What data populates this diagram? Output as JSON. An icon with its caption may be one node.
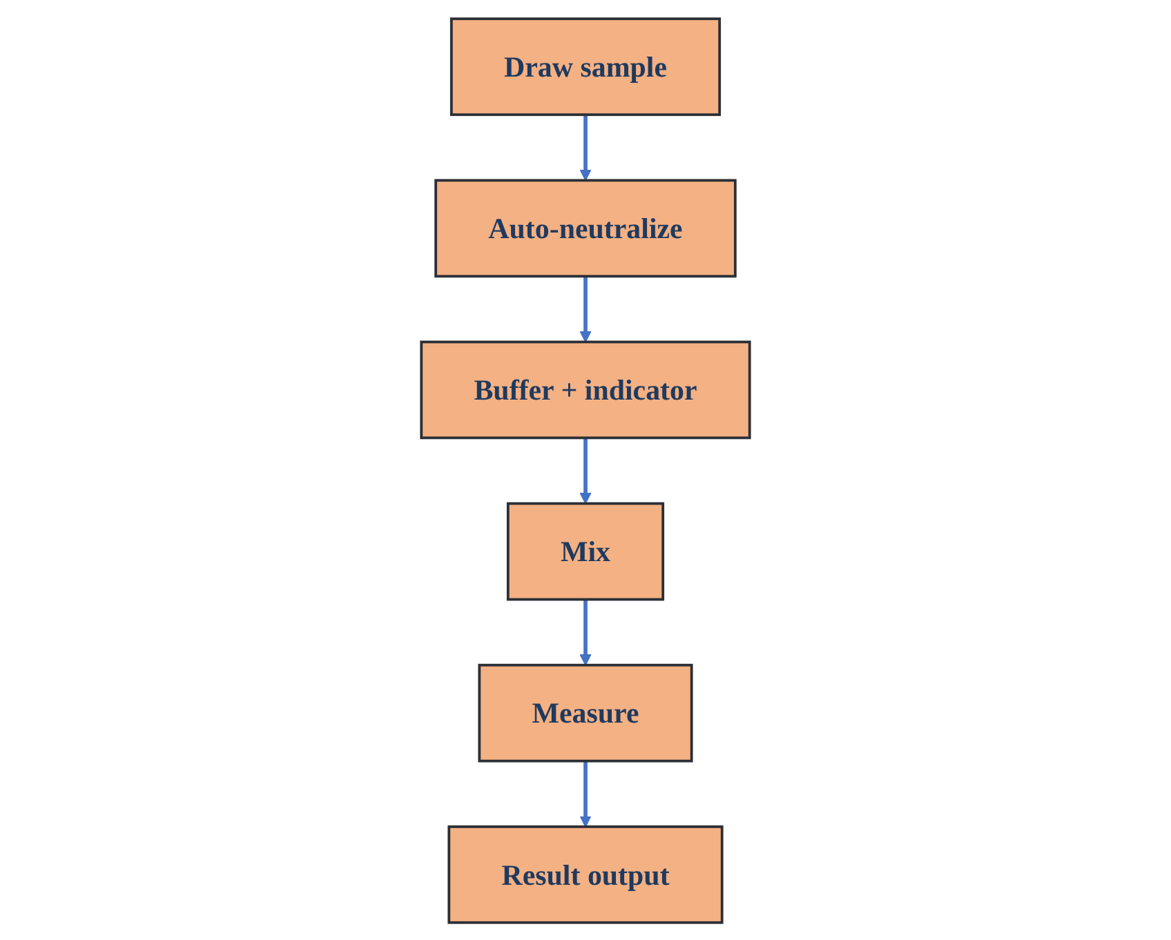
{
  "diagram": {
    "nodes": [
      {
        "text": [
          "Draw sample"
        ]
      },
      {
        "text": [
          "Auto-neutralize"
        ]
      },
      {
        "text": [
          "Buffer + indicator"
        ]
      },
      {
        "text": [
          "Mix"
        ]
      },
      {
        "text": [
          "Measure"
        ]
      },
      {
        "text": [
          "Result output"
        ]
      }
    ],
    "edges": [
      {
        "from": 0,
        "to": 1,
        "arrow": "to"
      },
      {
        "from": 1,
        "to": 2,
        "arrow": "to"
      },
      {
        "from": 2,
        "to": 3,
        "arrow": "to"
      },
      {
        "from": 3,
        "to": 4,
        "arrow": "to"
      },
      {
        "from": 4,
        "to": 5,
        "arrow": "to"
      }
    ]
  }
}
